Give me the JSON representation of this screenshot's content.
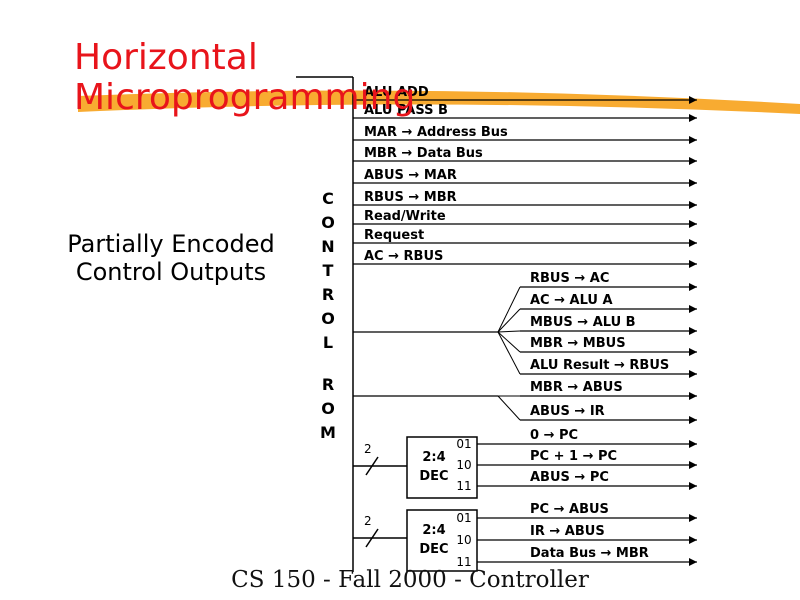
{
  "title": {
    "line1": "Horizontal",
    "line2": "Microprogramming"
  },
  "side_label": {
    "line1": "Partially Encoded",
    "line2": "Control Outputs"
  },
  "rom_label": {
    "column1": [
      "C",
      "O",
      "N",
      "T",
      "R",
      "O",
      "L"
    ],
    "column2": [
      "R",
      "O",
      "M"
    ]
  },
  "direct_signals": [
    "ALU ADD",
    "ALU PASS B",
    "MAR → Address Bus",
    "MBR → Data Bus",
    "ABUS → MAR",
    "RBUS → MBR",
    "Read/Write",
    "Request",
    "AC → RBUS"
  ],
  "fanout_group1": [
    "RBUS → AC",
    "AC → ALU A",
    "MBUS → ALU B",
    "MBR → MBUS",
    "ALU Result → RBUS"
  ],
  "fanout_group2": [
    "MBR → ABUS",
    "ABUS → IR"
  ],
  "decoders": [
    {
      "label_line1": "2:4",
      "label_line2": "DEC",
      "bus_width": "2",
      "outputs": [
        "01",
        "10",
        "11"
      ],
      "signals": [
        "0 → PC",
        "PC + 1 → PC",
        "ABUS → PC"
      ]
    },
    {
      "label_line1": "2:4",
      "label_line2": "DEC",
      "bus_width": "2",
      "outputs": [
        "01",
        "10",
        "11"
      ],
      "signals": [
        "PC → ABUS",
        "IR → ABUS",
        "Data Bus → MBR"
      ]
    }
  ],
  "footer": "CS 150 - Fall 2000 - Controller",
  "colors": {
    "title": "#e8141b",
    "highlight": "#f7a21b",
    "ink": "#000000"
  }
}
